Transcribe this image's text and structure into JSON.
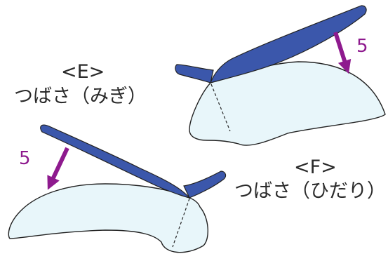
{
  "labels": {
    "e_code": "<E>",
    "e_name": "つばさ（みぎ）",
    "f_code": "<F>",
    "f_name": "つばさ（ひだり）"
  },
  "steps": {
    "e_number": "5",
    "f_number": "5"
  },
  "colors": {
    "wing_blue": "#3b57ab",
    "panel_fill": "#e8f6fa",
    "outline": "#222222",
    "arrow": "#8e1a8e",
    "text": "#2a2a2a"
  }
}
